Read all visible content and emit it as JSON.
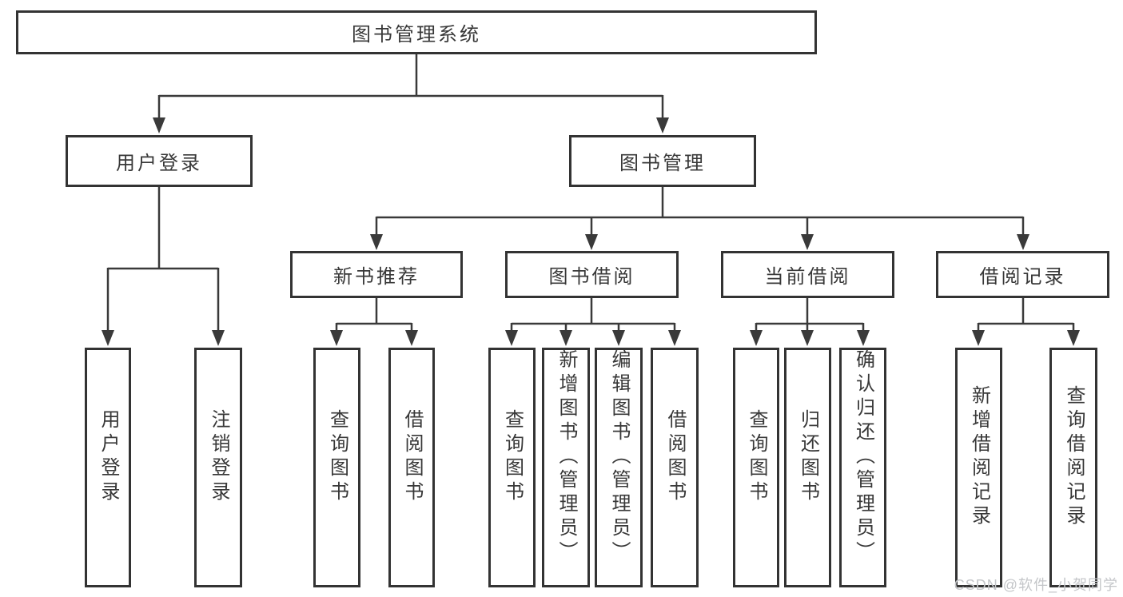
{
  "tree": {
    "root": "图书管理系统",
    "branches": [
      {
        "label": "用户登录",
        "children": [
          "用户登录",
          "注销登录"
        ]
      },
      {
        "label": "图书管理",
        "groups": [
          {
            "label": "新书推荐",
            "children": [
              "查询图书",
              "借阅图书"
            ]
          },
          {
            "label": "图书借阅",
            "children": [
              "查询图书",
              "新增图书（管理员）",
              "编辑图书（管理员）",
              "借阅图书"
            ]
          },
          {
            "label": "当前借阅",
            "children": [
              "查询图书",
              "归还图书",
              "确认归还（管理员）"
            ]
          },
          {
            "label": "借阅记录",
            "children": [
              "新增借阅记录",
              "查询借阅记录"
            ]
          }
        ]
      }
    ]
  },
  "watermark": {
    "text": "CSDN @软件_小贺同学"
  },
  "colors": {
    "line": "#3a3a3a",
    "border": "#333333",
    "text": "#383838",
    "watermark": "#c4c6c9",
    "background": "#ffffff"
  }
}
